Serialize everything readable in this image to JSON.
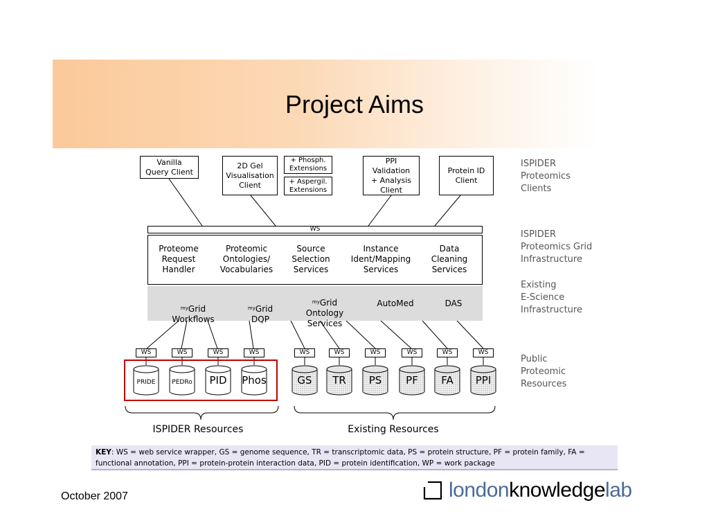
{
  "title": "Project Aims",
  "clients": {
    "vanilla": "Vanilla\nQuery Client",
    "gel": "2D Gel\nVisualisation\nClient",
    "phosph": "+ Phosph.\nExtensions",
    "aspergil": "+ Aspergil.\nExtensions",
    "ppi": "PPI\nValidation\n+ Analysis\nClient",
    "protein_id": "Protein ID\nClient"
  },
  "ws_bar": "WS",
  "grid_services": [
    "Proteome\nRequest\nHandler",
    "Proteomic\nOntologies/\nVocabularies",
    "Source\nSelection\nServices",
    "Instance\nIdent/Mapping\nServices",
    "Data\nCleaning\nServices"
  ],
  "escience": {
    "my": "my",
    "workflows_grid": "Grid",
    "workflows": "Workflows",
    "dqp_grid": "Grid",
    "dqp": "DQP",
    "ontology_grid": "Grid",
    "ontology": "Ontology\nServices",
    "automed": "AutoMed",
    "das": "DAS"
  },
  "ws_label": "WS",
  "resources": [
    "PRIDE",
    "PEDRo",
    "PID",
    "Phos",
    "GS",
    "TR",
    "PS",
    "PF",
    "FA",
    "PPI"
  ],
  "group_labels": {
    "ispider": "ISPIDER Resources",
    "existing": "Existing Resources"
  },
  "side_labels": {
    "clients": "ISPIDER\nProteomics\nClients",
    "grid": "ISPIDER\nProteomics Grid\nInfrastructure",
    "escience": "Existing\nE-Science\nInfrastructure",
    "public": "Public\nProteomic\nResources"
  },
  "key": {
    "label": "KEY",
    "text": ": WS = web service wrapper, GS = genome sequence, TR = transcriptomic data, PS = protein structure, PF = protein family, FA = functional annotation, PPI = protein-protein interaction data, PID = protein identification, WP = work package"
  },
  "footer": {
    "date": "October 2007",
    "logo_part1": "london",
    "logo_part2": "knowledge",
    "logo_part3": "lab"
  },
  "colors": {
    "highlight": "#c00000",
    "grey_fill": "#dcdcdc",
    "title_band": "#fbc99a",
    "key_bg": "#e8e6f4"
  }
}
